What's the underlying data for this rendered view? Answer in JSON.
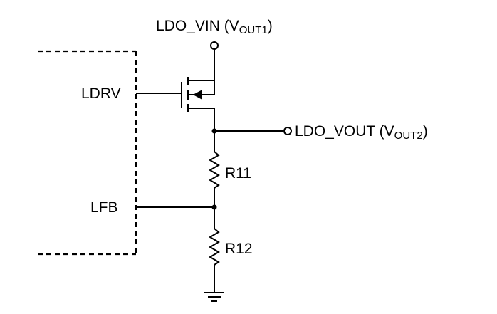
{
  "labels": {
    "ldo_vin": "LDO_VIN",
    "ldo_vin_paren_open": " (V",
    "ldo_vin_sub": "OUT1",
    "ldo_vin_paren_close": ")",
    "ldo_vout": "LDO_VOUT",
    "ldo_vout_paren_open": " (V",
    "ldo_vout_sub": "OUT2",
    "ldo_vout_paren_close": ")",
    "ldrv": "LDRV",
    "lfb": "LFB",
    "r11": "R11",
    "r12": "R12"
  },
  "colors": {
    "line": "#000000",
    "background": "#ffffff"
  },
  "icons": [
    "pmos-transistor-icon",
    "resistor-icon",
    "ground-icon",
    "terminal-icon",
    "junction-dot-icon"
  ]
}
